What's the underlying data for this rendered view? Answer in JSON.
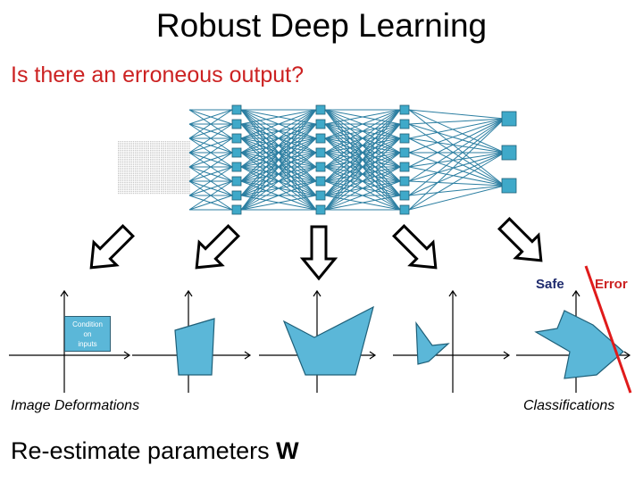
{
  "title": "Robust Deep Learning",
  "question": "Is there an erroneous output?",
  "condition_box": {
    "line1": "Condition",
    "line2": "on",
    "line3": "inputs"
  },
  "captions": {
    "left": "Image Deformations",
    "right": "Classifications"
  },
  "labels": {
    "safe": "Safe",
    "error": "Error"
  },
  "bottom": {
    "text": "Re-estimate parameters ",
    "bold": "W"
  },
  "colors": {
    "node_fill": "#3fa9c9",
    "edge": "#2b7ea1",
    "shape_fill": "#5bb7d8",
    "question": "#cc2222",
    "error": "#cc2222",
    "safe": "#1f2b6e",
    "boundary_line": "#e01b1b"
  },
  "network": {
    "input_nodes": 8,
    "hidden_layers": 3,
    "hidden_nodes": 8,
    "output_nodes": 3
  },
  "arrow_icons": [
    "arrow-down-left-icon",
    "arrow-down-left-icon",
    "arrow-down-icon",
    "arrow-down-right-icon",
    "arrow-down-right-icon"
  ]
}
